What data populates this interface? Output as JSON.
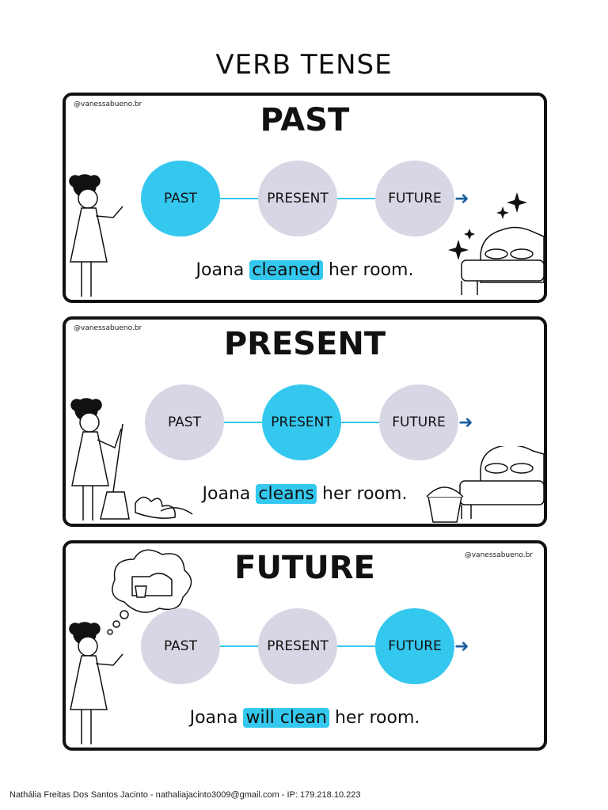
{
  "page_title": "VERB TENSE",
  "handle": "@vanessabueno.br",
  "timeline_labels": [
    "PAST",
    "PRESENT",
    "FUTURE"
  ],
  "highlight_color": "#34c8ef",
  "neutral_circle_color": "#d7d6e4",
  "arrow_color": "#1d5fa0",
  "cards": [
    {
      "title": "PAST",
      "active": "PAST",
      "sentence_before": "Joana ",
      "sentence_verb": "cleaned",
      "sentence_after": " her room."
    },
    {
      "title": "PRESENT",
      "active": "PRESENT",
      "sentence_before": "Joana ",
      "sentence_verb": "cleans",
      "sentence_after": " her room."
    },
    {
      "title": "FUTURE",
      "active": "FUTURE",
      "sentence_before": "Joana ",
      "sentence_verb": "will clean",
      "sentence_after": " her room."
    }
  ],
  "footer": "Nathália Freitas Dos Santos Jacinto - nathaliajacinto3009@gmail.com - IP: 179.218.10.223"
}
